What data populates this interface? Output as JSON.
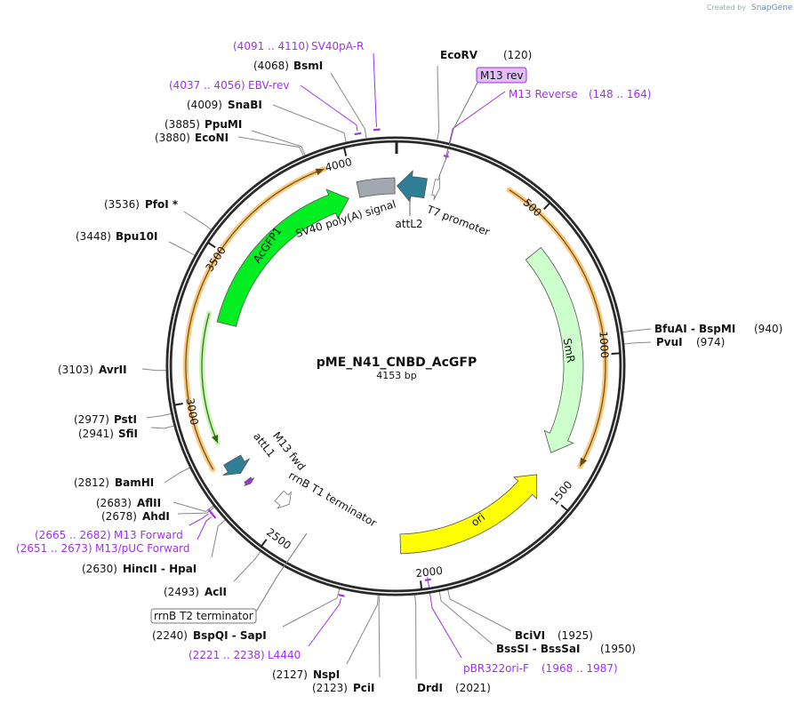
{
  "credit": {
    "text": "Created by",
    "brand": "SnapGene"
  },
  "plasmid": {
    "name": "pME_N41_CNBD_AcGFP",
    "length_label": "4153 bp",
    "length_bp": 4153
  },
  "ticks": [
    {
      "bp": 500,
      "label": "500"
    },
    {
      "bp": 1000,
      "label": "1000"
    },
    {
      "bp": 1500,
      "label": "1500"
    },
    {
      "bp": 2000,
      "label": "2000"
    },
    {
      "bp": 2500,
      "label": "2500"
    },
    {
      "bp": 3000,
      "label": "3000"
    },
    {
      "bp": 3500,
      "label": "3500"
    },
    {
      "bp": 4000,
      "label": "4000"
    }
  ],
  "features": [
    {
      "name": "SmR",
      "start": 585,
      "end": 1374,
      "direction": "forward",
      "color": "#ccffcc"
    },
    {
      "name": "ori",
      "start": 1471,
      "end": 2059,
      "direction": "reverse",
      "color": "#ffff00"
    },
    {
      "name": "AcGFP1",
      "start": 3276,
      "end": 3973,
      "direction": "forward",
      "color": "#00ee22"
    },
    {
      "name": "SV40 poly(A) signal",
      "start": 4015,
      "end": 4150,
      "direction": "none",
      "color": "#a3a8b0"
    },
    {
      "name": "attL2",
      "start": 5,
      "end": 110,
      "direction": "reverse",
      "color": "#2e7f96"
    },
    {
      "name": "T7 promoter",
      "start": 138,
      "end": 160,
      "direction": "forward",
      "color": "#ffffff"
    },
    {
      "name": "attL1",
      "start": 2715,
      "end": 2770,
      "direction": "reverse",
      "color": "#2e7f96"
    },
    {
      "name": "M13 fwd",
      "start": 2665,
      "end": 2682,
      "direction": "reverse",
      "color": "#9933ee"
    },
    {
      "name": "rrnB T1 terminator",
      "start": 2510,
      "end": 2560,
      "direction": "reverse",
      "color": "#ffffff"
    }
  ],
  "orfs": [
    {
      "start": 378,
      "end": 1367,
      "direction": "forward",
      "color": "#f8c77a"
    },
    {
      "start": 2775,
      "end": 3923,
      "direction": "forward",
      "color": "#f8c77a"
    },
    {
      "start": 2846,
      "end": 3298,
      "direction": "reverse",
      "color": "#c8f5b0"
    }
  ],
  "misc_labels": {
    "m13_rev": "M13 rev",
    "rrnb_t2": "rrnB T2 terminator"
  },
  "sites": [
    {
      "name": "EcoRV",
      "pos": 120,
      "pos_label": "(120)"
    },
    {
      "name": "BfuAI  - BspMI",
      "pos": 940,
      "pos_label": "(940)"
    },
    {
      "name": "PvuI",
      "pos": 974,
      "pos_label": "(974)"
    },
    {
      "name": "BciVI",
      "pos": 1925,
      "pos_label": "(1925)"
    },
    {
      "name": "BssSI  - BssSaI",
      "pos": 1950,
      "pos_label": "(1950)"
    },
    {
      "name": "DrdI",
      "pos": 2021,
      "pos_label": "(2021)"
    },
    {
      "name": "PciI",
      "pos": 2123,
      "pos_label": "(2123)"
    },
    {
      "name": "NspI",
      "pos": 2127,
      "pos_label": "(2127)"
    },
    {
      "name": "BspQI  - SapI",
      "pos": 2240,
      "pos_label": "(2240)"
    },
    {
      "name": "AclI",
      "pos": 2493,
      "pos_label": "(2493)"
    },
    {
      "name": "HincII  - HpaI",
      "pos": 2630,
      "pos_label": "(2630)"
    },
    {
      "name": "AhdI",
      "pos": 2678,
      "pos_label": "(2678)"
    },
    {
      "name": "AflII",
      "pos": 2683,
      "pos_label": "(2683)"
    },
    {
      "name": "BamHI",
      "pos": 2812,
      "pos_label": "(2812)"
    },
    {
      "name": "SfiI",
      "pos": 2941,
      "pos_label": "(2941)"
    },
    {
      "name": "PstI",
      "pos": 2977,
      "pos_label": "(2977)"
    },
    {
      "name": "AvrII",
      "pos": 3103,
      "pos_label": "(3103)"
    },
    {
      "name": "Bpu10I",
      "pos": 3448,
      "pos_label": "(3448)"
    },
    {
      "name": "PfoI *",
      "pos": 3536,
      "pos_label": "(3536)"
    },
    {
      "name": "EcoNI",
      "pos": 3880,
      "pos_label": "(3880)"
    },
    {
      "name": "PpuMI",
      "pos": 3885,
      "pos_label": "(3885)"
    },
    {
      "name": "SnaBI",
      "pos": 4009,
      "pos_label": "(4009)"
    },
    {
      "name": "BsmI",
      "pos": 4068,
      "pos_label": "(4068)"
    }
  ],
  "primers": [
    {
      "name": "SV40pA-R",
      "start": 4091,
      "end": 4110,
      "range_label": "(4091 .. 4110)"
    },
    {
      "name": "EBV-rev",
      "start": 4037,
      "end": 4056,
      "range_label": "(4037 .. 4056)"
    },
    {
      "name": "M13 Reverse",
      "start": 148,
      "end": 164,
      "range_label": "(148 .. 164)"
    },
    {
      "name": "pBR322ori-F",
      "start": 1968,
      "end": 1987,
      "range_label": "(1968 .. 1987)"
    },
    {
      "name": "L4440",
      "start": 2221,
      "end": 2238,
      "range_label": "(2221 .. 2238)"
    },
    {
      "name": "M13 Forward",
      "start": 2665,
      "end": 2682,
      "range_label": "(2665 .. 2682)"
    },
    {
      "name": "M13/pUC Forward",
      "start": 2651,
      "end": 2673,
      "range_label": "(2651 .. 2673)"
    }
  ],
  "colors": {
    "primer": "#a030f0",
    "backbone": "#2a2a2a"
  }
}
